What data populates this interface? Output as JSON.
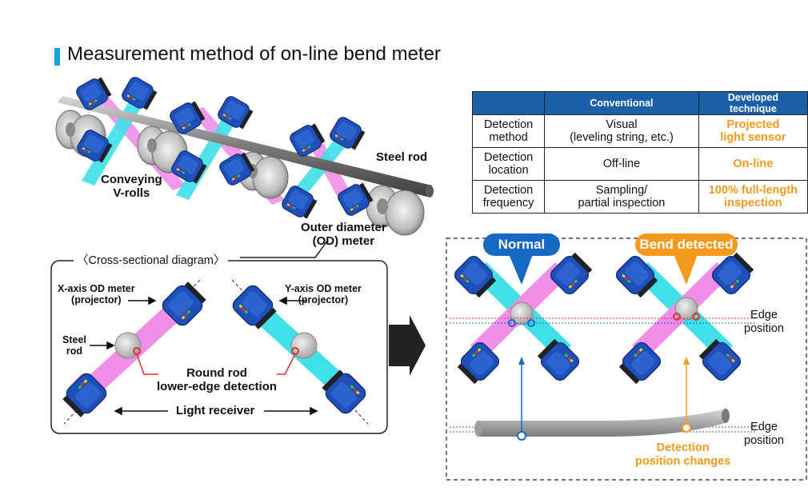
{
  "title": "Measurement method of on-line bend meter",
  "colors": {
    "accent": "#1ea0dc",
    "table_header": "#1a5fa8",
    "highlight_orange": "#f39a1e",
    "meter_blue": "#1f4fb8",
    "beam_magenta": "#f08ee8",
    "beam_cyan": "#3fe0e8",
    "callout_blue": "#1669c0",
    "detect_blue": "#1669c0",
    "edge_red": "#e0302a"
  },
  "top_diagram": {
    "steel_rod": "Steel rod",
    "conveying_rolls": "Conveying\nV-rolls",
    "od_meter": "Outer diameter\n(OD) meter"
  },
  "table": {
    "headers": [
      "",
      "Conventional",
      "Developed\ntechnique"
    ],
    "rows": [
      {
        "label": "Detection\nmethod",
        "conventional": "Visual\n(leveling string, etc.)",
        "developed": "Projected\nlight sensor"
      },
      {
        "label": "Detection\nlocation",
        "conventional": "Off-line",
        "developed": "On-line"
      },
      {
        "label": "Detection\nfrequency",
        "conventional": "Sampling/\npartial inspection",
        "developed": "100% full-length\ninspection"
      }
    ]
  },
  "cross_section": {
    "title": "〈Cross-sectional diagram〉",
    "x_meter": "X-axis OD meter\n(projector)",
    "y_meter": "Y-axis OD meter\n(projector)",
    "steel_rod": "Steel\nrod",
    "lower_edge": "Round rod\nlower-edge detection",
    "receiver": "Light receiver"
  },
  "right_diagram": {
    "normal": "Normal",
    "bend": "Bend detected",
    "edge_position_1": "Edge\nposition",
    "edge_position_2": "Edge\nposition",
    "detection_changes": "Detection\nposition changes"
  }
}
